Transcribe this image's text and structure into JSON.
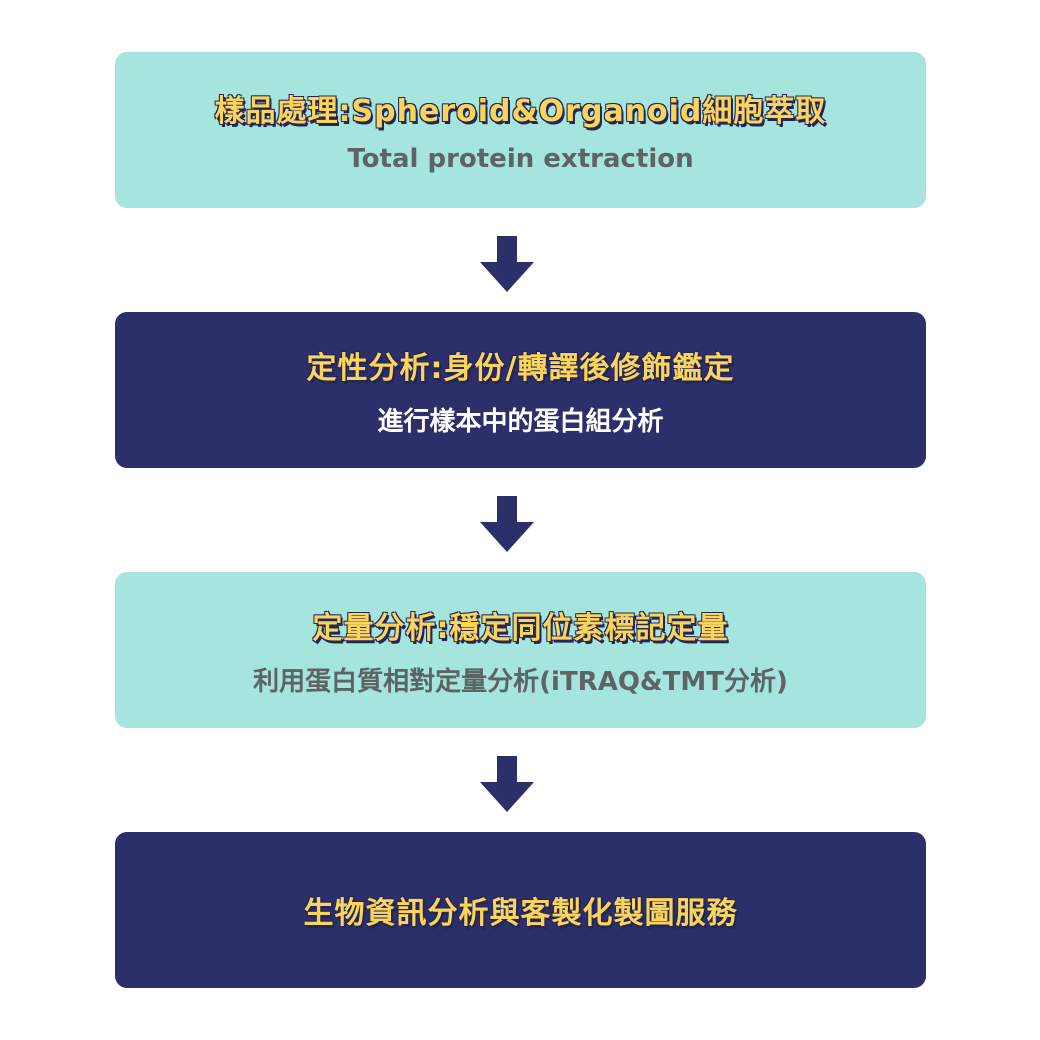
{
  "colors": {
    "light_box": "#a6e5dd",
    "dark_box": "#2d2f6b",
    "title_text": "#fbd45a",
    "arrow": "#2d2f6b"
  },
  "steps": [
    {
      "title": "樣品處理:Spheroid&Organoid細胞萃取",
      "subtitle": "Total protein extraction"
    },
    {
      "title": "定性分析:身份/轉譯後修飾鑑定",
      "subtitle": "進行樣本中的蛋白組分析"
    },
    {
      "title": "定量分析:穩定同位素標記定量",
      "subtitle": "利用蛋白質相對定量分析(iTRAQ&TMT分析)"
    },
    {
      "title": "生物資訊分析與客製化製圖服務"
    }
  ]
}
